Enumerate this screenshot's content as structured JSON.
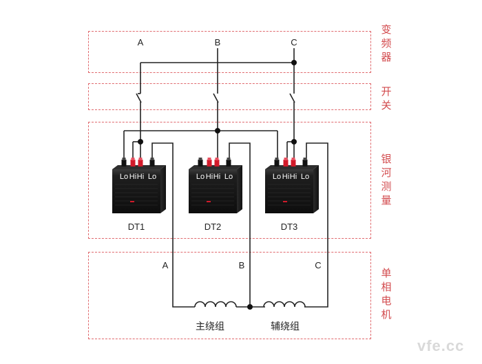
{
  "sections": {
    "vfd": "变频器",
    "switch": "开关",
    "meter": "银河测量",
    "motor": "单相电机"
  },
  "phases": {
    "a": "A",
    "b": "B",
    "c": "C"
  },
  "motor_phases": {
    "a": "A",
    "b": "B",
    "c": "C"
  },
  "instruments": [
    {
      "name": "DT1",
      "terminals": [
        "Lo",
        "Hi",
        "Hi",
        "Lo"
      ]
    },
    {
      "name": "DT2",
      "terminals": [
        "Lo",
        "Hi",
        "Hi",
        "Lo"
      ]
    },
    {
      "name": "DT3",
      "terminals": [
        "Lo",
        "Hi",
        "Hi",
        "Lo"
      ]
    }
  ],
  "windings": {
    "main": "主绕组",
    "aux": "辅绕组"
  },
  "colors": {
    "zone_border": "#e0686c",
    "zone_label": "#d24a4d",
    "wire": "#222222",
    "terminal_red": "#d21a2a",
    "device_body": "#1c1c1c"
  },
  "watermark": "vfe.cc"
}
